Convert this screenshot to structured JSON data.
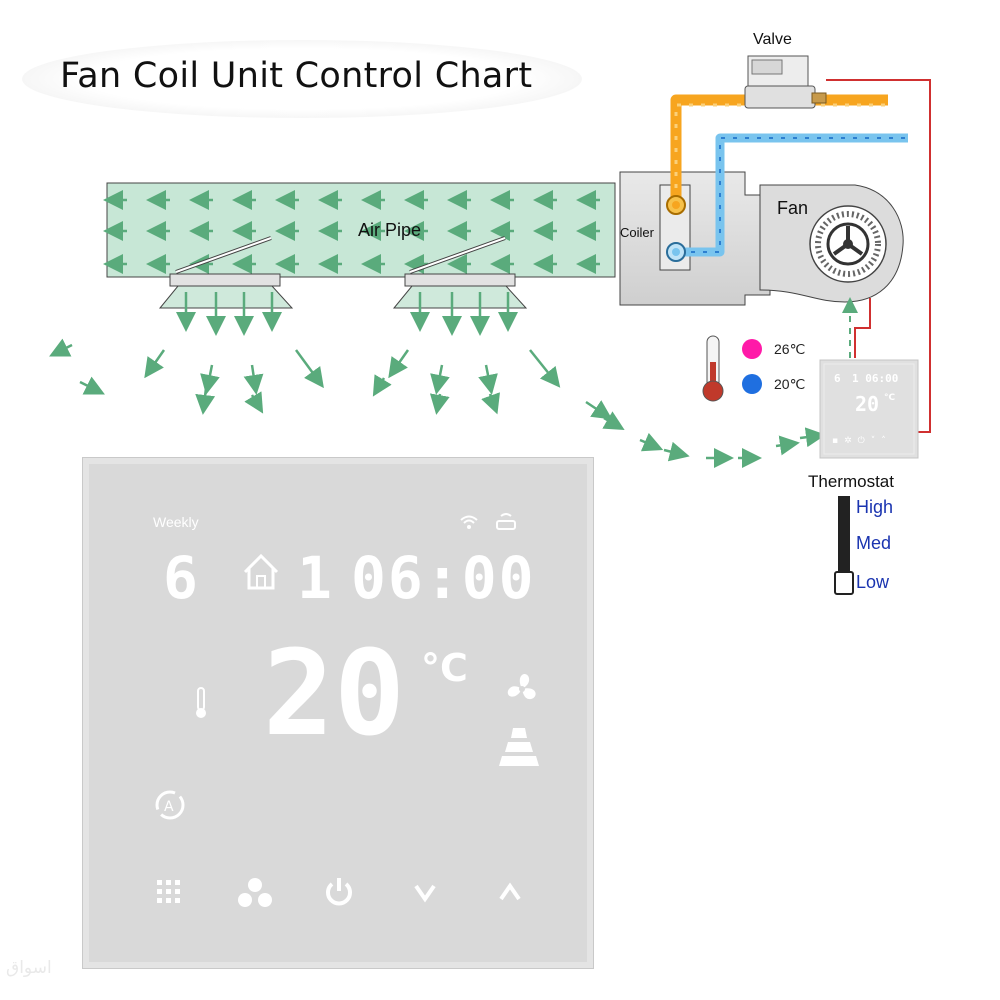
{
  "title": "Fan Coil Unit Control Chart",
  "labels": {
    "valve": "Valve",
    "air_pipe": "Air Pipe",
    "coiler": "Coiler",
    "fan": "Fan",
    "thermostat": "Thermostat"
  },
  "temperatures": [
    {
      "value": "26℃",
      "color": "#ff1aa8"
    },
    {
      "value": "20℃",
      "color": "#1f6fe0"
    }
  ],
  "fan_levels": [
    "High",
    "Med",
    "Low"
  ],
  "thermostat_display": {
    "mode_label": "Weekly",
    "day": "6",
    "time_hour": "1",
    "time": "06:00",
    "temperature": "20",
    "unit": "°C"
  },
  "mini_display": {
    "day": "6",
    "time": "1 06:00",
    "temperature": "20",
    "unit": "°C"
  },
  "colors": {
    "air_pipe_fill": "#c7e7d6",
    "air_arrow": "#5aab7c",
    "hot_pipe": "#f7a51f",
    "cold_pipe": "#79c4ee",
    "wire": "#d03030",
    "level_text": "#1a34b0"
  },
  "watermark": "اسواق"
}
